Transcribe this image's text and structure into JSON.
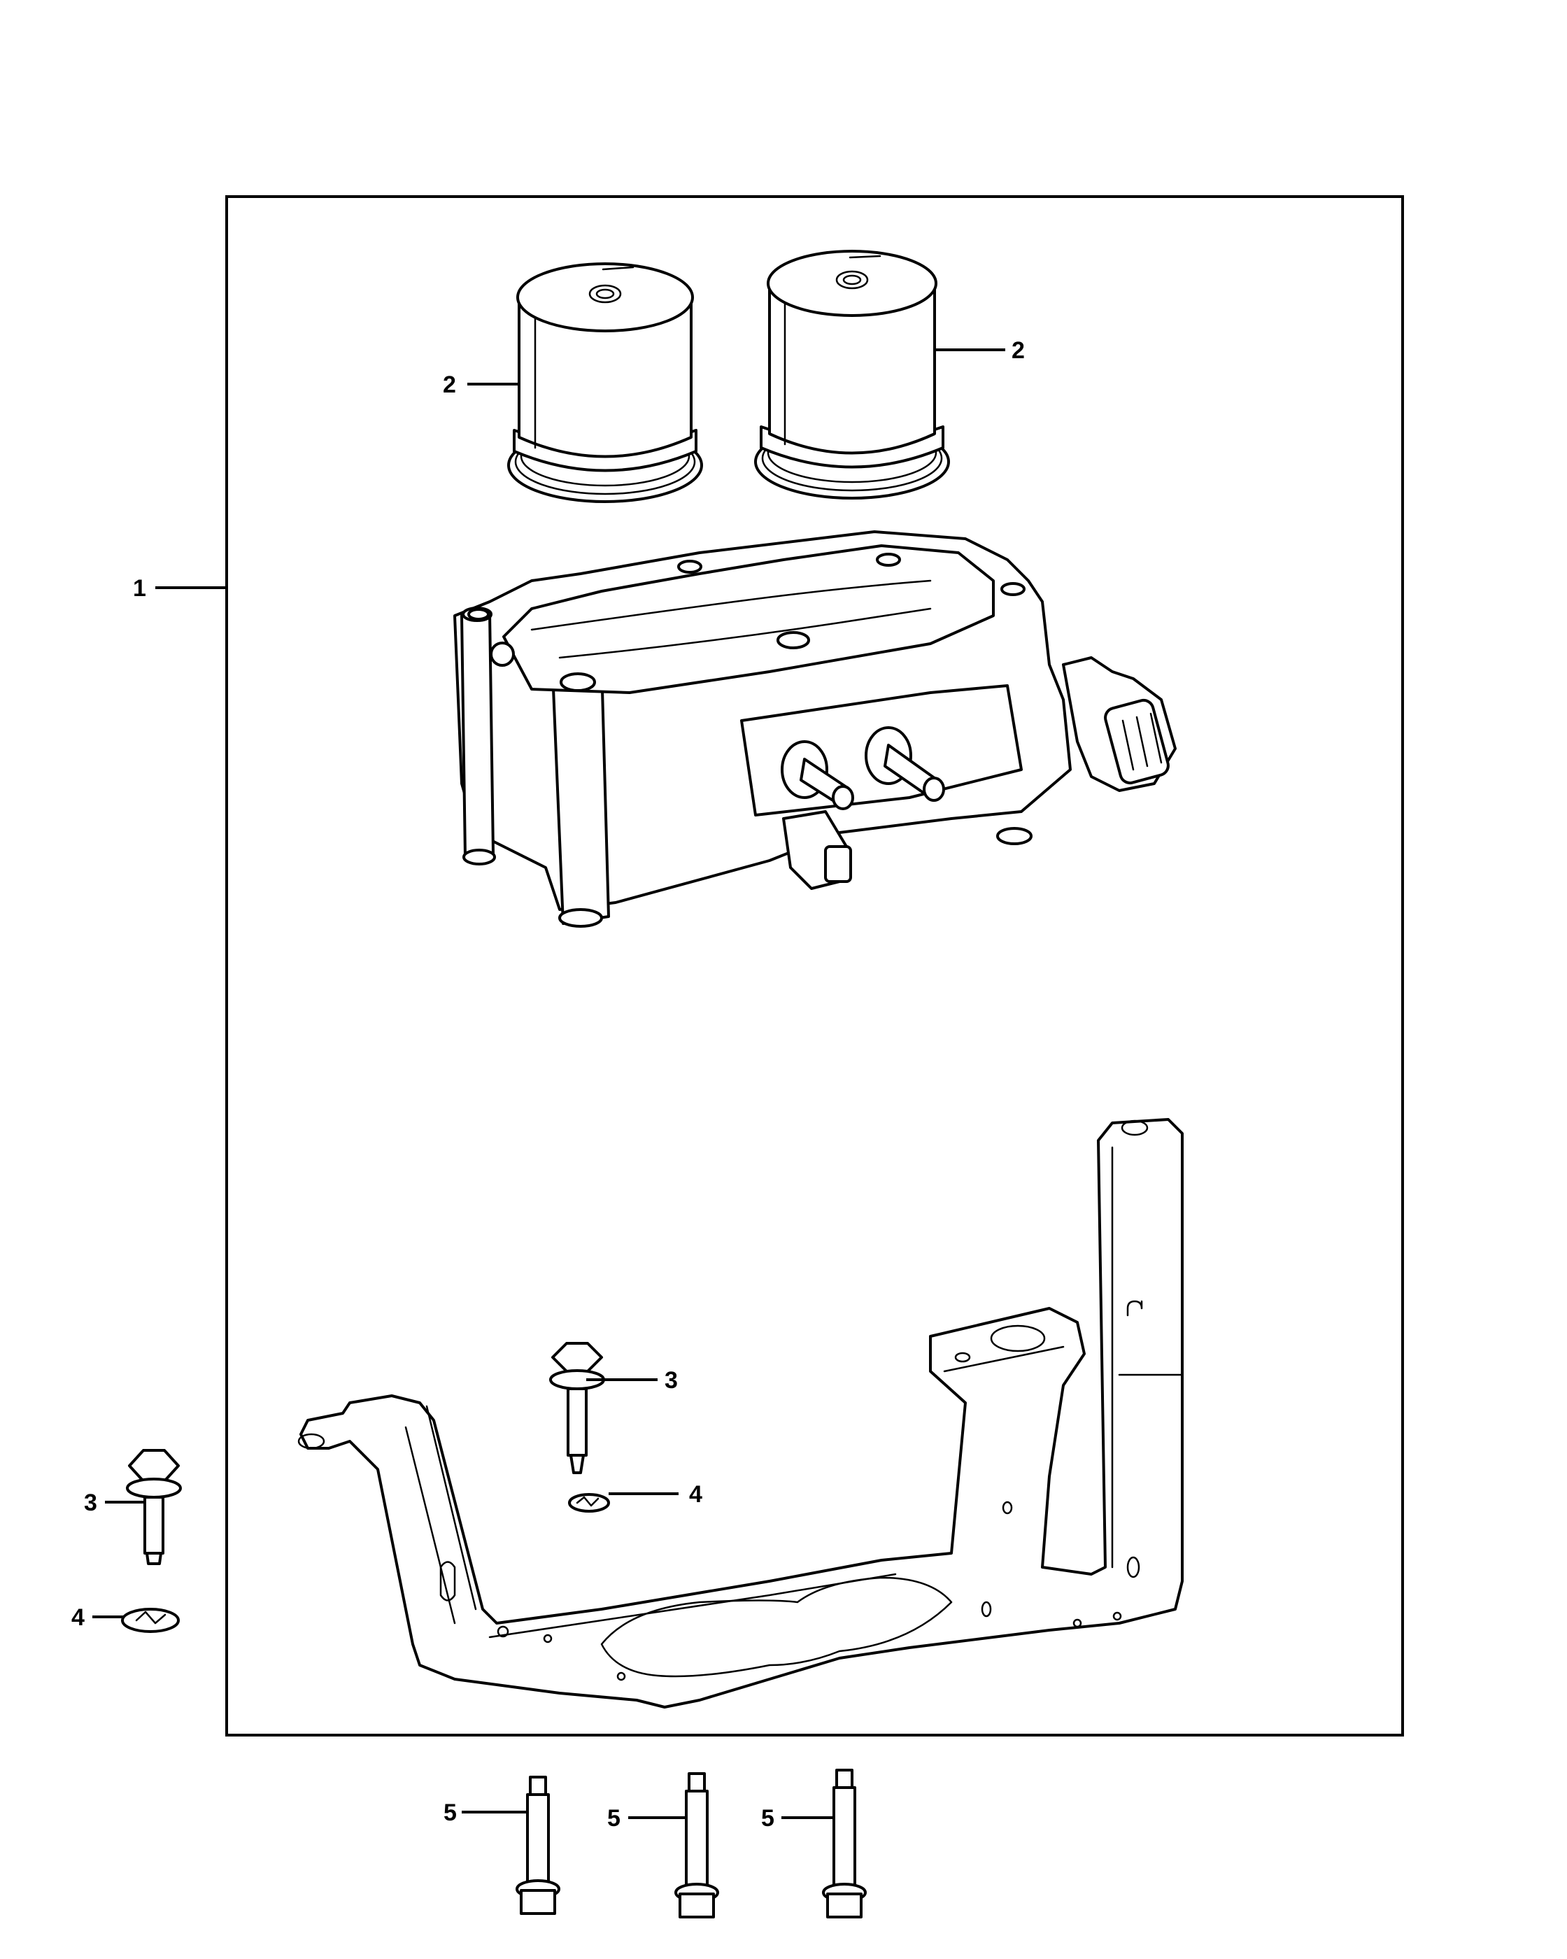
{
  "callouts": [
    {
      "id": "c1",
      "label": "1"
    },
    {
      "id": "c2a",
      "label": "2"
    },
    {
      "id": "c2b",
      "label": "2"
    },
    {
      "id": "c3a",
      "label": "3"
    },
    {
      "id": "c3b",
      "label": "3"
    },
    {
      "id": "c4a",
      "label": "4"
    },
    {
      "id": "c4b",
      "label": "4"
    },
    {
      "id": "c5a",
      "label": "5"
    },
    {
      "id": "c5b",
      "label": "5"
    },
    {
      "id": "c5c",
      "label": "5"
    }
  ]
}
